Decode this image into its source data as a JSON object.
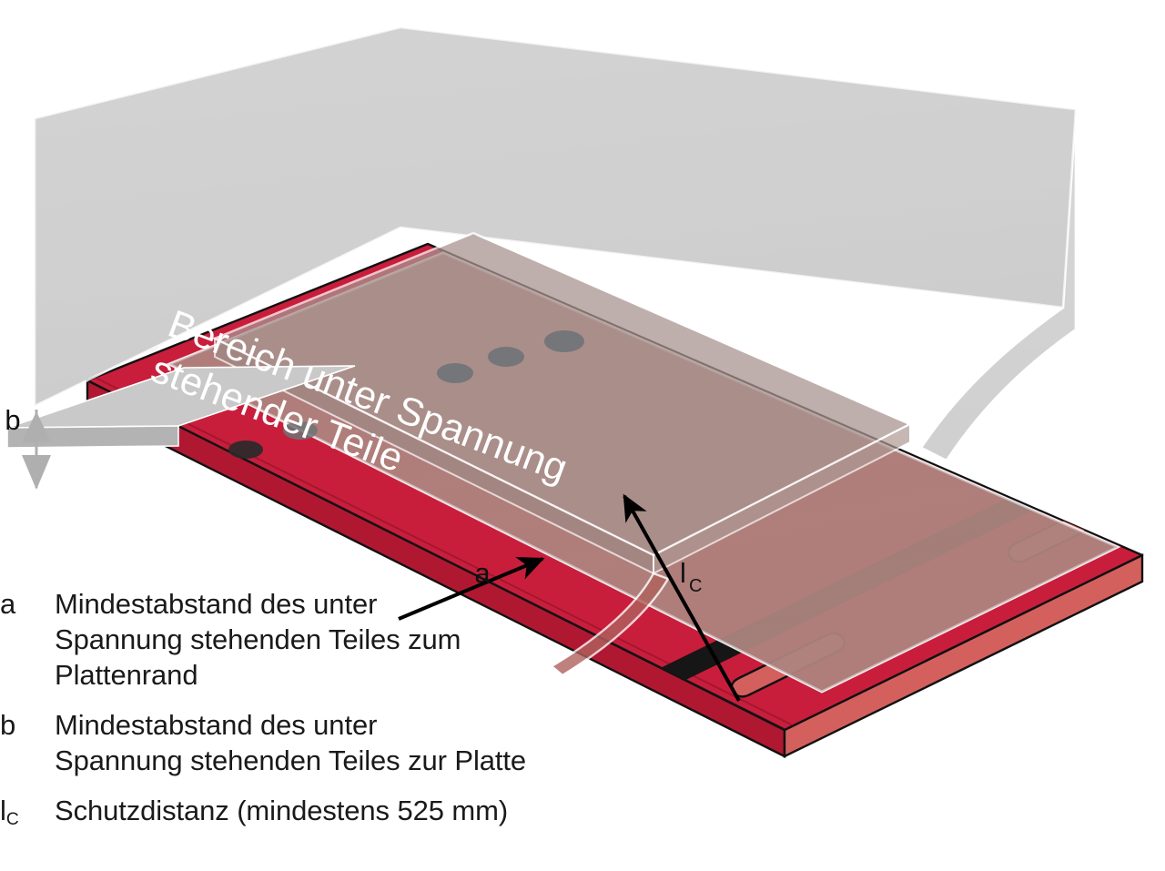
{
  "figure": {
    "title_overlay": {
      "lines": [
        "Bereich unter Spannung",
        "stehender Teile"
      ],
      "color": "#ffffff"
    },
    "callouts": [
      {
        "id": "a",
        "label": "a"
      },
      {
        "id": "b",
        "label": "b"
      },
      {
        "id": "lc",
        "label": "l",
        "sub": "C"
      }
    ],
    "colors": {
      "plate_red": "#C81E3C",
      "plate_red_dark": "#A8142E",
      "plate_edge_light": "#D4605E",
      "plate_edge_mid": "#C2453F",
      "stripe_black": "#161616",
      "envelope_gray": "#C6C6C6",
      "envelope_gray_light": "#D3D3D3",
      "envelope_gray_dark": "#BCBCBC",
      "envelope_outline": "#FFFFFF",
      "overlay_mauve": "#A89490",
      "overlay_rose": "#BC7A72",
      "overlay_rose_deep": "#B0625D",
      "bolt_gray": "#6E7377",
      "bolt_black": "#2A2A2A",
      "bar_gray": "#C9C9C9",
      "bar_gray_dark": "#B3B3B3",
      "arrow_black": "#000000",
      "arrow_gray": "#AFAFAF",
      "outline_black": "#111111"
    }
  },
  "legend": {
    "items": [
      {
        "symbol": "a",
        "sub": "",
        "lines": [
          "Mindestabstand des unter",
          "Spannung stehenden Teiles zum",
          "Plattenrand"
        ]
      },
      {
        "symbol": "b",
        "sub": "",
        "lines": [
          "Mindestabstand des unter",
          "Spannung stehenden Teiles zur Platte"
        ]
      },
      {
        "symbol": "l",
        "sub": "C",
        "lines": [
          "Schutzdistanz (mindestens 525 mm)"
        ]
      }
    ]
  }
}
